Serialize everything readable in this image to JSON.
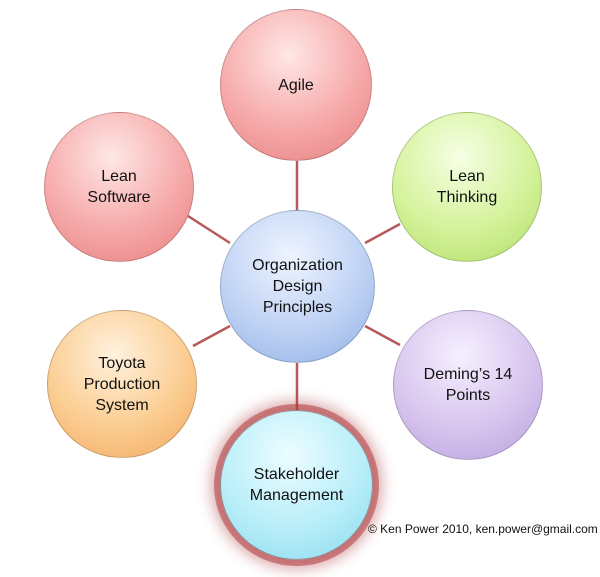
{
  "nodes": {
    "center": "Organization\nDesign\nPrinciples",
    "agile": "Agile",
    "lean_software": "Lean\nSoftware",
    "lean_thinking": "Lean\nThinking",
    "toyota": "Toyota\nProduction\nSystem",
    "deming": "Deming’s 14\nPoints",
    "stakeholder": "Stakeholder\nManagement"
  },
  "footer": {
    "copyright": "© Ken Power 2010, ken.power@gmail.com"
  },
  "colors": {
    "connector": "#b5595a",
    "highlight_glow": "#b03c40"
  }
}
